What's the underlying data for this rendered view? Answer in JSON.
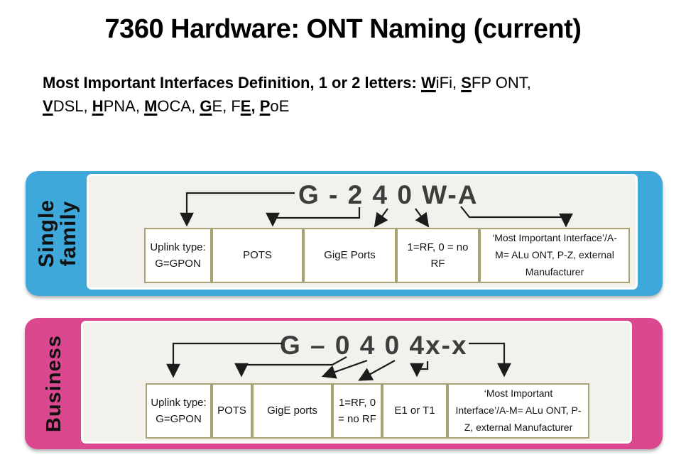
{
  "title": "7360 Hardware: ONT Naming (current)",
  "subtitle": {
    "line1": [
      {
        "t": "Most Important Interfaces Definition, 1 or 2 letters: ",
        "b": true,
        "u": false
      },
      {
        "t": "W",
        "b": true,
        "u": true
      },
      {
        "t": "iFi, ",
        "b": false,
        "u": false
      },
      {
        "t": "S",
        "b": true,
        "u": true
      },
      {
        "t": "FP ONT,",
        "b": false,
        "u": false
      }
    ],
    "line2": [
      {
        "t": "V",
        "b": true,
        "u": true
      },
      {
        "t": "DSL, ",
        "b": false,
        "u": false
      },
      {
        "t": "H",
        "b": true,
        "u": true
      },
      {
        "t": "PNA, ",
        "b": false,
        "u": false
      },
      {
        "t": "M",
        "b": true,
        "u": true
      },
      {
        "t": "OCA, ",
        "b": false,
        "u": false
      },
      {
        "t": "G",
        "b": true,
        "u": true
      },
      {
        "t": "E, F",
        "b": false,
        "u": false
      },
      {
        "t": "E",
        "b": true,
        "u": true
      },
      {
        "t": ", ",
        "b": true,
        "u": false
      },
      {
        "t": "P",
        "b": true,
        "u": true
      },
      {
        "t": "oE",
        "b": false,
        "u": false
      }
    ]
  },
  "bands": [
    {
      "name": "single-family",
      "label": "Single\nfamily",
      "accent_color": "#3FA8DB",
      "code": "G - 2 4 0 W-A",
      "boxes": [
        "Uplink type:\nG=GPON",
        "POTS",
        "GigE Ports",
        "1=RF, 0 = no\nRF",
        "‘Most Important Interface’/A-\nM= ALu ONT, P-Z, external\nManufacturer"
      ]
    },
    {
      "name": "business",
      "label": "Business",
      "accent_color": "#DB4890",
      "code": "G – 0 4 0 4x-x",
      "boxes": [
        "Uplink type:\nG=GPON",
        "POTS",
        "GigE ports",
        "1=RF, 0\n= no RF",
        "E1 or T1",
        "‘Most Important\nInterface’/A-M= ALu ONT, P-\nZ, external Manufacturer"
      ]
    }
  ]
}
